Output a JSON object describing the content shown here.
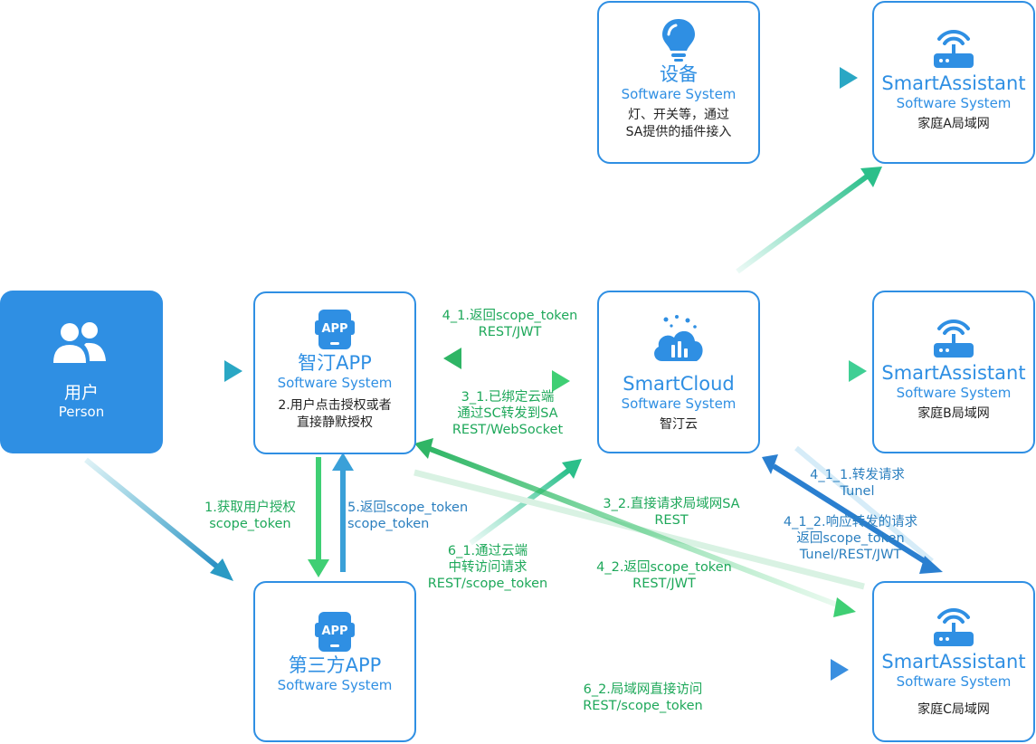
{
  "nodes": {
    "person": {
      "title": "用户",
      "sub": "Person"
    },
    "zhiting_app": {
      "title": "智汀APP",
      "sub": "Software System",
      "desc": "2.用户点击授权或者\n直接静默授权",
      "icon": "app-icon"
    },
    "third_app": {
      "title": "第三方APP",
      "sub": "Software System",
      "icon": "app-icon"
    },
    "device": {
      "title": "设备",
      "sub": "Software System",
      "desc": "灯、开关等，通过\nSA提供的插件接入",
      "icon": "lightbulb-icon"
    },
    "smartcloud": {
      "title": "SmartCloud",
      "sub": "Software System",
      "desc": "智汀云",
      "icon": "cloud-icon"
    },
    "sa_a": {
      "title": "SmartAssistant",
      "sub": "Software System",
      "desc": "家庭A局域网",
      "icon": "router-icon"
    },
    "sa_b": {
      "title": "SmartAssistant",
      "sub": "Software System",
      "desc": "家庭B局域网",
      "icon": "router-icon"
    },
    "sa_c": {
      "title": "SmartAssistant",
      "sub": "Software System",
      "desc": "家庭C局域网",
      "icon": "router-icon"
    }
  },
  "edges": {
    "e1": "1.获取用户授权\nscope_token",
    "e5": "5.返回scope_token\nscope_token",
    "e3_1": "3_1.已绑定云端\n通过SC转发到SA\nREST/WebSocket",
    "e4_1": "4_1.返回scope_token\nREST/JWT",
    "e3_2": "3_2.直接请求局域网SA\nREST",
    "e4_2": "4_2.返回scope_token\nREST/JWT",
    "e6_1": "6_1.通过云端\n中转访问请求\nREST/scope_token",
    "e6_2": "6_2.局域网直接访问\nREST/scope_token",
    "e4_1_1": "4_1_1.转发请求\nTunel",
    "e4_1_2": "4_1_2.响应转发的请求\n返回scope_token\nTunel/REST/JWT"
  },
  "colors": {
    "blue": "#2f8fe3",
    "teal": "#2aa7c4",
    "green": "#3fcf74"
  }
}
